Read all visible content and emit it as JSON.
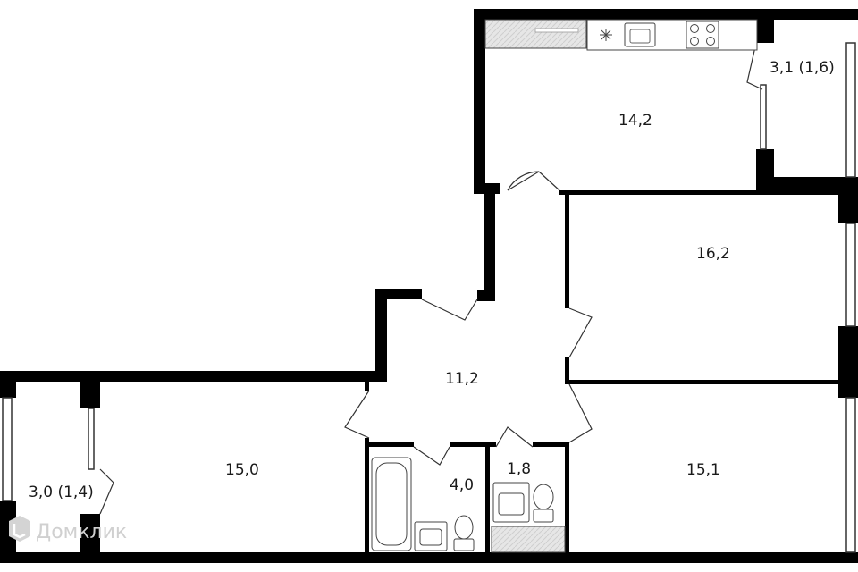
{
  "rooms": {
    "kitchen": {
      "area": "14,2"
    },
    "balcony_kitchen": {
      "area": "3,1 (1,6)"
    },
    "bedroom_right_top": {
      "area": "16,2"
    },
    "hall": {
      "area": "11,2"
    },
    "bedroom_left": {
      "area": "15,0"
    },
    "balcony_left": {
      "area": "3,0 (1,4)"
    },
    "bathroom": {
      "area": "4,0"
    },
    "toilet": {
      "area": "1,8"
    },
    "bedroom_right_bottom": {
      "area": "15,1"
    }
  },
  "watermark": {
    "text": "Домклик",
    "icon": "domclick-logo-icon"
  },
  "colors": {
    "wall": "#000000",
    "line": "#333333",
    "hatch": "#e6e6e6",
    "background": "#ffffff"
  }
}
